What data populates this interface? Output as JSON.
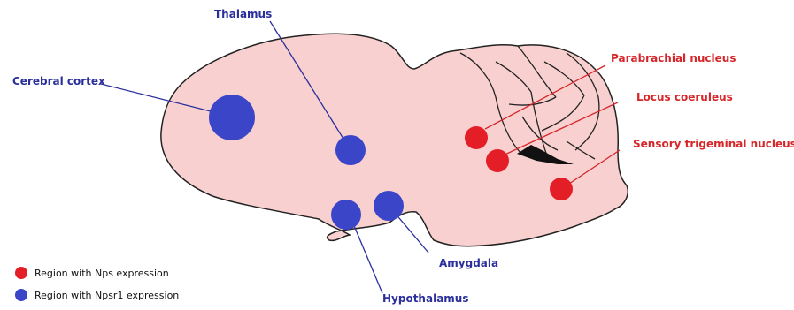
{
  "colors": {
    "brain_fill": "#f9d0d0",
    "outline": "#222222",
    "nps": "#e41e26",
    "npsr1": "#3a45c8",
    "label_blue": "#2a2f9c",
    "label_red": "#d7262a"
  },
  "labels": {
    "thalamus": "Thalamus",
    "cerebral_cortex": "Cerebral cortex",
    "hypothalamus": "Hypothalamus",
    "amygdala": "Amygdala",
    "parabrachial": "Parabrachial nucleus",
    "locus_coeruleus": "Locus coeruleus",
    "trigeminal": "Sensory trigeminal nucleus"
  },
  "legend": {
    "nps": "Region with Nps expression",
    "npsr1": "Region with Npsr1 expression"
  }
}
